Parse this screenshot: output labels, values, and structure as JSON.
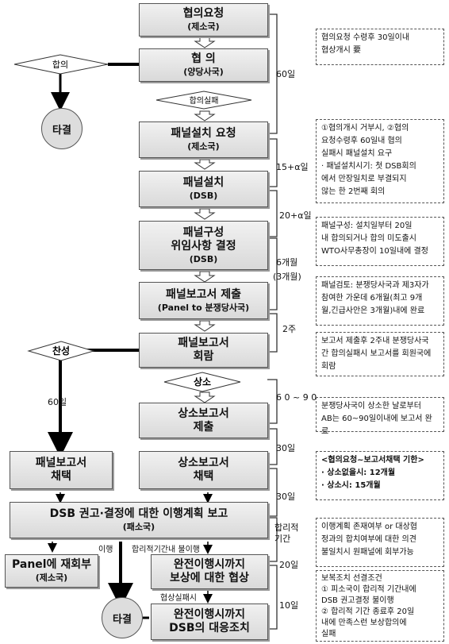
{
  "steps": {
    "s1": {
      "t": "협의요청",
      "s": "(제소국)"
    },
    "s2": {
      "t": "협 의",
      "s": "(양당사국)"
    },
    "s3": {
      "t": "패널설치 요청",
      "s": "(제소국)"
    },
    "s4": {
      "t": "패널설치",
      "s": "(DSB)"
    },
    "s5": {
      "t1": "패널구성",
      "t2": "위임사항 결정",
      "s": "(DSB)"
    },
    "s6": {
      "t": "패널보고서 제출",
      "s": "(Panel to 분쟁당사국)"
    },
    "s7": {
      "t1": "패널보고서",
      "t2": "회람"
    },
    "s8": {
      "t1": "상소보고서",
      "t2": "제출"
    },
    "s9": {
      "t1": "상소보고서",
      "t2": "채택"
    },
    "s10": {
      "t1": "패널보고서",
      "t2": "채택"
    },
    "s11": {
      "t": "DSB 권고·결정에 대한 이행계획 보고",
      "s": "(패소국)"
    },
    "s12": {
      "t": "Panel에 재회부",
      "s": "(제소국)"
    },
    "s13": {
      "t1": "완전이행시까지",
      "t2": "보상에 대한 협상"
    },
    "s14": {
      "t1": "완전이행시까지",
      "t2": "DSB의 대응조치"
    }
  },
  "diamonds": {
    "hapui": "합의",
    "hapui_fail": "합의실패",
    "chanseong": "찬성",
    "sangso": "상소"
  },
  "circles": {
    "c1": "타결",
    "c2": "타결"
  },
  "labels": {
    "d60": "60일",
    "d15": "15+α일",
    "d20": "20+α일",
    "d6m": "6개월",
    "d3m": "(3개월)",
    "d2w": "2주",
    "d6090": "6 0 ~ 9 0",
    "d30a": "30일",
    "d30b": "30일",
    "reasonable1": "합리적",
    "reasonable2": "기간",
    "d20b": "20일",
    "d10": "10일",
    "left60": "60일",
    "ihaeng": "이행",
    "bulihaeng": "합리적기간내 불이행",
    "hyeopsang_fail": "협상실패시"
  },
  "notes": {
    "n1": [
      "협의요청 수령후 30일이내",
      "협상개시 要"
    ],
    "n2": [
      "①협의개시 거부시, ②협의",
      "요청수령후 60일내 협의",
      "실패시 패널설치 요구",
      "· 패널설치시기: 첫 DSB회의",
      "에서 만장일치로 부결되지",
      "않는 한 2번째 회의"
    ],
    "n3": [
      "패널구성: 설치일부터 20일",
      "내 합의되거나 합의 미도출시",
      "WTO사무총장이 10일내에 결정"
    ],
    "n4": [
      "패널검토: 분쟁당사국과 제3자가",
      "참여한 가운데 6개월(최고 9개",
      "월,긴급사안은 3개월)내에 완료"
    ],
    "n5": [
      "보고서 제출후 2주내 분쟁당사국",
      "간 합의실패시 보고서를 회원국에",
      "회람"
    ],
    "n6": [
      "분쟁당사국이 상소한 날로부터",
      "AB는 60~90일이내에 보고서 완료"
    ],
    "n7": [
      "<협의요청~보고서채택 기한>",
      "· 상소없을시: 12개월",
      "· 상소시: 15개월"
    ],
    "n8": [
      "이행계획 존재여부 or 대상협",
      "정과의 합치여부에 대한 의견",
      "불일치시 원패널에 회부가능"
    ],
    "n9": [
      "보복조치 선결조건",
      "① 피소국이 합리적 기간내에",
      "DSB 권고결정 불이행",
      "② 합리적 기간 종료후 20일",
      "내에 만족스런 보상합의에",
      "실패"
    ]
  }
}
